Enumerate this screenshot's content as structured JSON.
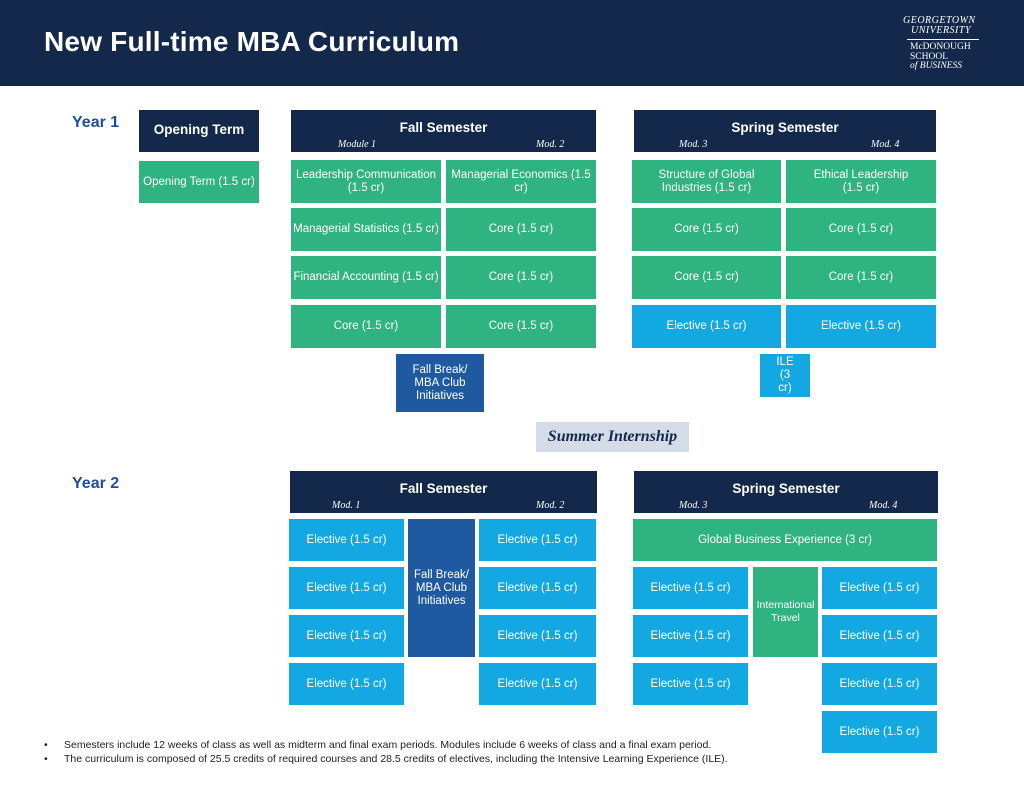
{
  "title": "New Full-time MBA Curriculum",
  "logo": {
    "line1": "GEORGETOWN",
    "line2": "UNIVERSITY",
    "line3": "McDONOUGH",
    "line4": "SCHOOL",
    "line5": "of BUSINESS"
  },
  "year1": {
    "label": "Year 1",
    "opening_term": {
      "header": "Opening Term",
      "course": "Opening Term (1.5 cr)"
    },
    "fall": {
      "header": "Fall Semester",
      "mod_left": "Module 1",
      "mod_right": "Mod. 2",
      "col1": [
        "Leadership Communication (1.5 cr)",
        "Managerial Statistics (1.5 cr)",
        "Financial Accounting (1.5 cr)",
        "Core (1.5 cr)"
      ],
      "col2": [
        "Managerial Economics (1.5 cr)",
        "Core (1.5 cr)",
        "Core (1.5 cr)",
        "Core (1.5 cr)"
      ],
      "break": "Fall Break/ MBA Club Initiatives"
    },
    "spring": {
      "header": "Spring Semester",
      "mod_left": "Mod. 3",
      "mod_right": "Mod. 4",
      "col1": [
        "Structure of Global Industries (1.5 cr)",
        "Core (1.5 cr)",
        "Core (1.5 cr)",
        "Elective (1.5 cr)"
      ],
      "col2": [
        "Ethical Leadership (1.5 cr)",
        "Core (1.5 cr)",
        "Core (1.5 cr)",
        "Elective (1.5 cr)"
      ],
      "ile": "ILE (3 cr)"
    }
  },
  "summer": "Summer Internship",
  "year2": {
    "label": "Year 2",
    "fall": {
      "header": "Fall Semester",
      "mod_left": "Mod. 1",
      "mod_right": "Mod. 2",
      "col1": [
        "Elective (1.5 cr)",
        "Elective (1.5 cr)",
        "Elective (1.5 cr)",
        "Elective (1.5 cr)"
      ],
      "col2": [
        "Elective (1.5 cr)",
        "Elective (1.5 cr)",
        "Elective (1.5 cr)",
        "Elective (1.5 cr)"
      ],
      "break": "Fall Break/ MBA Club Initiatives"
    },
    "spring": {
      "header": "Spring Semester",
      "mod_left": "Mod. 3",
      "mod_right": "Mod. 4",
      "gbe": "Global Business Experience (3 cr)",
      "travel": "International Travel",
      "col1": [
        "Elective (1.5 cr)",
        "Elective (1.5 cr)",
        "Elective (1.5 cr)"
      ],
      "col2": [
        "Elective (1.5 cr)",
        "Elective (1.5 cr)",
        "Elective (1.5 cr)",
        "Elective (1.5 cr)"
      ]
    }
  },
  "notes": [
    "Semesters include 12 weeks of class as well as midterm and final exam periods. Modules include 6 weeks of class and a final exam period.",
    "The curriculum is composed of 25.5 credits of required courses and 28.5 credits of electives, including the Intensive Learning Experience (ILE)."
  ],
  "colors": {
    "navy": "#13284b",
    "green": "#2fb380",
    "cyan": "#14a8e3",
    "blue": "#1f5aa0",
    "year_label": "#1f4e96",
    "summer_bg": "#d3dce8"
  }
}
